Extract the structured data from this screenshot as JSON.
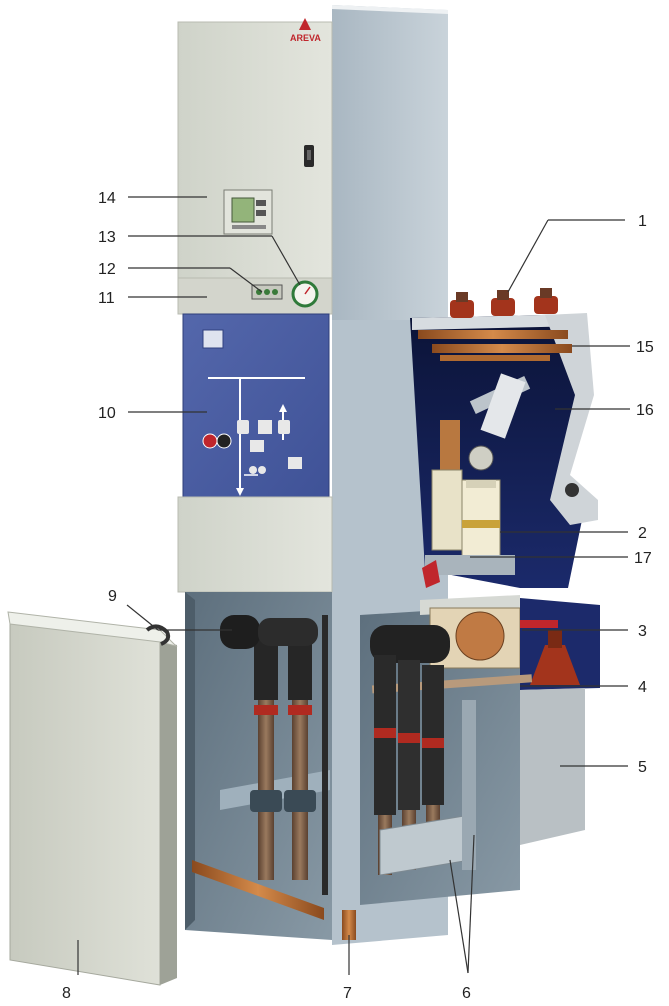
{
  "brand": {
    "name": "AREVA",
    "logo_color": "#c0262c"
  },
  "callouts": [
    {
      "number": "1"
    },
    {
      "number": "2"
    },
    {
      "number": "3"
    },
    {
      "number": "4"
    },
    {
      "number": "5"
    },
    {
      "number": "6"
    },
    {
      "number": "7"
    },
    {
      "number": "8"
    },
    {
      "number": "9"
    },
    {
      "number": "10"
    },
    {
      "number": "11"
    },
    {
      "number": "12"
    },
    {
      "number": "13"
    },
    {
      "number": "14"
    },
    {
      "number": "15"
    },
    {
      "number": "16"
    },
    {
      "number": "17"
    }
  ],
  "colors": {
    "panel_grey": "#d9dcd3",
    "mimic_panel_blue": "#4a5fa3",
    "interior_navy": "#0d1640",
    "interior_slate": "#6f8290",
    "copper": "#c4793a",
    "cable_black": "#262626",
    "insulator_red": "#a3341c"
  }
}
